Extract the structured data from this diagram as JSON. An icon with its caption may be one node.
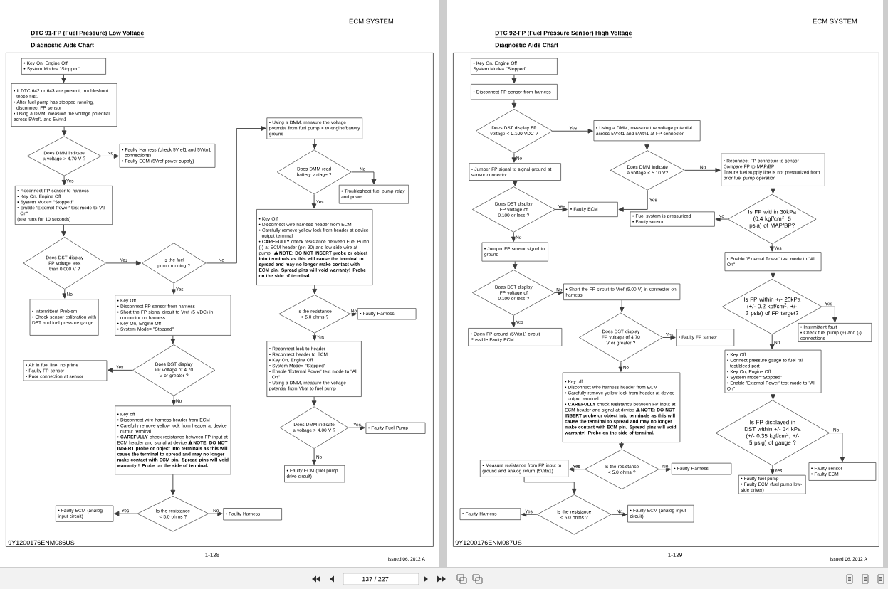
{
  "diagram": {
    "nodes": [
      {
        "text": [
          "9Y1200176ENM086US"
        ]
      },
      {
        "text": [
          "• Key On, Engine Off",
          "• System Mode= \"Stopped\""
        ],
        "in": 0
      },
      {
        "text": [
          "• If DTC 642 or 643 are present, troubleshoot those first.",
          "• After fuel pump has stopped running, disconnect FP sensor",
          "• Using a DMM, measure the voltage potential across 5Vref1 and 5Vrtn1"
        ],
        "in": 0
      },
      {
        "text": [
          "Does DMM indicate a voltage > 4.70 V ?"
        ],
        "in": 0
      },
      {
        "text": [
          "• Faulty Harness (check 5Vref1 and 5Vrtn1 connections)",
          "• Faulty ECM (5Vref power supply)"
        ],
        "in": 0
      },
      {
        "text": [
          "• Reconnect FP sensor to harness",
          "• Key On, Engine Off",
          "• System Mode= \"Stopped\"",
          "• Enable 'External Power' test mode to \"All On\"",
          "(test runs for 10 seconds)"
        ],
        "in": 0
      },
      {
        "text": [
          "Does DST display FP voltage less than 0.000 V ?"
        ],
        "in": 0
      },
      {
        "text": [
          "Is the fuel pump running ?"
        ],
        "in": 0
      },
      {
        "text": [
          "• Intermittent Problem",
          "• Check sensor calibration with DST and fuel pressure gauge"
        ],
        "in": 0
      },
      {
        "text": [
          "• Key Off",
          "• Disconnect FP sensor from harness",
          "• Short the FP signal circuit to Vref (5 VDC) in connector on harness",
          "• Key On, Engine Off",
          "• System Mode= \"Stopped\""
        ],
        "in": 0
      },
      {
        "text": [
          "• Using a DMM, measure the voltage potential from fuel pump + to engine/battery ground"
        ],
        "in": 0
      },
      {
        "text": [
          "Does DMM read battery voltage ?"
        ],
        "in": 0
      },
      {
        "text": [
          "• Troubleshoot fuel pump relay and power"
        ],
        "in": 0
      },
      {
        "text": [
          "• Key Off",
          "• Disconnect wire harness header from ECM",
          "• Carefully remove yellow lock from header at device output terminal",
          "• **CAREFULLY** check resistance between Fuel Pump (-) at ECM header (pin 90) and low side wire at pump.",
          "NOTE: DO NOT INSERT probe or object into terminals as this will cause the terminal to spread and may no longer make contact with ECM pin. Spread pins will void warranty! Probe on the side of terminal."
        ],
        "in": 0
      },
      {
        "text": [
          "Is the resistance < 5.0 ohms ?"
        ],
        "in": 0
      },
      {
        "text": [
          "• Faulty Harness"
        ],
        "in": 0
      },
      {
        "text": [
          "• Reconnect lock to header",
          "• Reconnect header to ECM",
          "• Key On, Engine Off",
          "• System Mode= \"Stopped\"",
          "• Enable 'External Power' test mode to \"All On\"",
          "• Using a DMM, measure the voltage potential from Vbat to fuel pump"
        ],
        "in": 0
      },
      {
        "text": [
          "Does DMM indicate a voltage > 4.00 V ?"
        ],
        "in": 0
      },
      {
        "text": [
          "• Faulty Fuel Pump"
        ],
        "in": 0
      },
      {
        "text": [
          "• Faulty ECM (fuel pump drive circuit)"
        ],
        "in": 0
      },
      {
        "text": [
          "Does DST display FP voltage of 4.70 V or greater ?"
        ],
        "in": 0
      },
      {
        "text": [
          "• Air in fuel line, no prime",
          "• Faulty FP sensor",
          "• Poor connection at sensor"
        ],
        "in": 0
      },
      {
        "text": [
          "• Key off",
          "• Disconnect wire harness header from ECM",
          "• Carefully remove yellow lock from header at device output terminal",
          "• **CAREFULLY** check resistance between FP input at ECM header and signal at device",
          "NOTE: DO NOT INSERT probe or object into terminals as this will cause the terminal to spread and may no longer make contact with ECM pin. Spread pins will void warranty ! Probe on the side of terminal."
        ],
        "in": 0
      },
      {
        "text": [
          "Is the resistance < 5.0 ohms ?"
        ],
        "in": 0
      },
      {
        "text": [
          "• Faulty ECM (analog input circuit)"
        ],
        "in": 0
      },
      {
        "text": [
          "• Faulty Harness"
        ],
        "in": 0
      },
      {
        "text": [
          "9Y1200176ENM087US"
        ]
      },
      {
        "text": [
          "• Key On, Engine Off",
          "System Mode= \"Stopped\""
        ],
        "in": 26
      },
      {
        "text": [
          "• Disconnect FP sensor from harness"
        ],
        "in": 26
      },
      {
        "text": [
          "Does DST display FP voltage < 0.100 VDC ?"
        ],
        "in": 26
      },
      {
        "text": [
          "• Using a DMM, measure the voltage potential across 5Vref1 and 5Vrtn1 at FP connector"
        ],
        "in": 26
      },
      {
        "text": [
          "• Jumper FP signal to signal ground at sensor connector"
        ],
        "in": 26
      },
      {
        "text": [
          "Does DMM indicate a voltage < 5.10 V?"
        ],
        "in": 26
      },
      {
        "text": [
          "• Reconnect FP connector to sensor",
          "Compare FP to MAP/BP",
          "Ensure fuel supply line is not pressurized from prior fuel pump operation"
        ],
        "in": 26
      },
      {
        "text": [
          "Does DST display FP voltage of 0.100 or less ?"
        ],
        "in": 26
      },
      {
        "text": [
          "• Faulty ECM"
        ],
        "in": 26
      },
      {
        "text": [
          "Is FP within 30kPa (0.4 kgf/cm$^{2}$, 5 psia) of MAP/BP?"
        ],
        "in": 26
      },
      {
        "text": [
          "• Fuel system is pressurized",
          "• Faulty sensor"
        ],
        "in": 26
      },
      {
        "text": [
          "• Jumper FP sensor signal to ground"
        ],
        "in": 26
      },
      {
        "text": [
          "• Enable 'External Power' test mode to \"All On\""
        ],
        "in": 26
      },
      {
        "text": [
          "Does DST display FP voltage of 0.100 or less ?"
        ],
        "in": 26
      },
      {
        "text": [
          "• Short the FP circuit to Vref (5.00 V) in connector on harness"
        ],
        "in": 26
      },
      {
        "text": [
          "Is FP within +/- 20kPa (+/- 0.2 kgf/cm$^{2}$, +/- 3 psia) of FP target?"
        ],
        "in": 26
      },
      {
        "text": [
          "• Intermittent fault",
          "• Check fuel pump (+) and (-) connections"
        ],
        "in": 26
      },
      {
        "text": [
          "• Open FP ground (5Vrtn1) circuit",
          "Possible Faulty ECM"
        ],
        "in": 26
      },
      {
        "text": [
          "Does DST display FP voltage of 4.70 V or greater ?"
        ],
        "in": 26
      },
      {
        "text": [
          "• Faulty FP sensor"
        ],
        "in": 26
      },
      {
        "text": [
          "• Key Off",
          "• Connect pressure gauge to fuel rail test/bleed port",
          "• Key On, Engine Off",
          "• System mode=\"Stopped\"",
          "• Enable 'External Power' test mode to \"All On\""
        ],
        "in": 26
      },
      {
        "text": [
          "• Key off",
          "• Disconnect wire harness header from ECM",
          "• Carefully remove yellow lock from header at device output terminal",
          "• **CAREFULLY** check resistance between FP input at ECM header and signal at device",
          "NOTE: DO NOT INSERT probe or object into terminals as this will cause the terminal to spread and may no longer make contact with ECM pin. Spread pins will void warranty! Probe on the side of terminal."
        ],
        "in": 26
      },
      {
        "text": [
          "Is FP displayed in DST within +/- 34 kPa (+/- 0.35 kgf/cm$^{2}$, +/- 5 psig) of gauge ?"
        ],
        "in": 26
      },
      {
        "text": [
          "• Faulty sensor",
          "• Faulty ECM"
        ],
        "in": 26
      },
      {
        "text": [
          "• Faulty fuel pump",
          "• Faulty ECM (fuel pump low-side driver)"
        ],
        "in": 26
      },
      {
        "text": [
          "Is the resistance < 5.0 ohms ?"
        ],
        "in": 26
      },
      {
        "text": [
          "• Measure resistance from FP input to ground and analog return (5Vrtn1)"
        ],
        "in": 26
      },
      {
        "text": [
          "• Faulty Harness"
        ],
        "in": 26
      },
      {
        "text": [
          "Is the resistance < 5.0 ohms ?"
        ],
        "in": 26
      },
      {
        "text": [
          "• Faulty Harness"
        ],
        "in": 26
      },
      {
        "text": [
          "• Faulty ECM (analog input circuit)"
        ],
        "in": 26
      }
    ],
    "edges": [
      {
        "from": 1,
        "to": 2,
        "arrow": "to"
      },
      {
        "from": 2,
        "to": 3,
        "arrow": "to"
      },
      {
        "from": 3,
        "to": 4,
        "arrow": "to",
        "label": "No"
      },
      {
        "from": 3,
        "to": 5,
        "arrow": "to",
        "label": "Yes"
      },
      {
        "from": 5,
        "to": 6,
        "arrow": "to"
      },
      {
        "from": 6,
        "to": 7,
        "arrow": "to",
        "label": "Yes"
      },
      {
        "from": 6,
        "to": 8,
        "arrow": "to",
        "label": "No"
      },
      {
        "from": 7,
        "to": 9,
        "arrow": "to",
        "label": "Yes"
      },
      {
        "from": 7,
        "to": 10,
        "arrow": "to",
        "label": "No"
      },
      {
        "from": 10,
        "to": 11,
        "arrow": "to"
      },
      {
        "from": 11,
        "to": 12,
        "arrow": "to",
        "label": "No"
      },
      {
        "from": 11,
        "to": 13,
        "arrow": "to",
        "label": "Yes"
      },
      {
        "from": 13,
        "to": 14,
        "arrow": "to"
      },
      {
        "from": 14,
        "to": 15,
        "arrow": "to",
        "label": "No"
      },
      {
        "from": 14,
        "to": 16,
        "arrow": "to",
        "label": "Yes"
      },
      {
        "from": 16,
        "to": 17,
        "arrow": "to"
      },
      {
        "from": 17,
        "to": 18,
        "arrow": "to",
        "label": "Yes"
      },
      {
        "from": 17,
        "to": 19,
        "arrow": "to",
        "label": "No"
      },
      {
        "from": 9,
        "to": 20,
        "arrow": "to"
      },
      {
        "from": 20,
        "to": 21,
        "arrow": "to",
        "label": "Yes"
      },
      {
        "from": 20,
        "to": 22,
        "arrow": "to",
        "label": "No"
      },
      {
        "from": 22,
        "to": 23,
        "arrow": "to"
      },
      {
        "from": 23,
        "to": 24,
        "arrow": "to",
        "label": "Yes"
      },
      {
        "from": 23,
        "to": 25,
        "arrow": "to",
        "label": "No"
      },
      {
        "from": 27,
        "to": 28,
        "arrow": "to"
      },
      {
        "from": 28,
        "to": 29,
        "arrow": "to"
      },
      {
        "from": 29,
        "to": 30,
        "arrow": "to",
        "label": "Yes"
      },
      {
        "from": 29,
        "to": 31,
        "arrow": "to",
        "label": "No"
      },
      {
        "from": 30,
        "to": 32,
        "arrow": "to"
      },
      {
        "from": 32,
        "to": 33,
        "arrow": "to",
        "label": "No"
      },
      {
        "from": 31,
        "to": 34,
        "arrow": "to"
      },
      {
        "from": 34,
        "to": 35,
        "arrow": "to",
        "label": "Yes"
      },
      {
        "from": 32,
        "to": 35,
        "arrow": "to",
        "label": "Yes"
      },
      {
        "from": 33,
        "to": 36,
        "arrow": "to"
      },
      {
        "from": 36,
        "to": 37,
        "arrow": "to",
        "label": "No"
      },
      {
        "from": 34,
        "to": 38,
        "arrow": "to",
        "label": "No"
      },
      {
        "from": 36,
        "to": 39,
        "arrow": "to",
        "label": "Yes"
      },
      {
        "from": 38,
        "to": 40,
        "arrow": "to"
      },
      {
        "from": 40,
        "to": 41,
        "arrow": "to",
        "label": "No"
      },
      {
        "from": 39,
        "to": 42,
        "arrow": "to"
      },
      {
        "from": 42,
        "to": 43,
        "arrow": "to",
        "label": "Yes"
      },
      {
        "from": 40,
        "to": 44,
        "arrow": "to",
        "label": "Yes"
      },
      {
        "from": 41,
        "to": 45,
        "arrow": "to"
      },
      {
        "from": 45,
        "to": 46,
        "arrow": "to",
        "label": "Yes"
      },
      {
        "from": 42,
        "to": 47,
        "arrow": "to",
        "label": "No"
      },
      {
        "from": 45,
        "to": 48,
        "arrow": "to",
        "label": "No"
      },
      {
        "from": 47,
        "to": 49,
        "arrow": "to"
      },
      {
        "from": 49,
        "to": 50,
        "arrow": "to",
        "label": "No"
      },
      {
        "from": 49,
        "to": 51,
        "arrow": "to",
        "label": "Yes"
      },
      {
        "from": 48,
        "to": 52,
        "arrow": "to"
      },
      {
        "from": 52,
        "to": 53,
        "arrow": "to",
        "label": "Yes"
      },
      {
        "from": 52,
        "to": 54,
        "arrow": "to",
        "label": "No"
      },
      {
        "from": 53,
        "to": 55,
        "arrow": "to"
      },
      {
        "from": 55,
        "to": 56,
        "arrow": "to",
        "label": "Yes"
      },
      {
        "from": 55,
        "to": 57,
        "arrow": "to",
        "label": "No"
      }
    ],
    "labels": [
      "ECM SYSTEM",
      "DTC 91-FP (Fuel Pressure) Low Voltage",
      "Diagnostic Aids Chart",
      "1-128",
      "issued 06, 2012 A",
      "ECM SYSTEM",
      "DTC 92-FP (Fuel Pressure Sensor) High Voltage",
      "Diagnostic Aids Chart",
      "1-129",
      "issued 06, 2012 A",
      "137 / 227"
    ]
  }
}
